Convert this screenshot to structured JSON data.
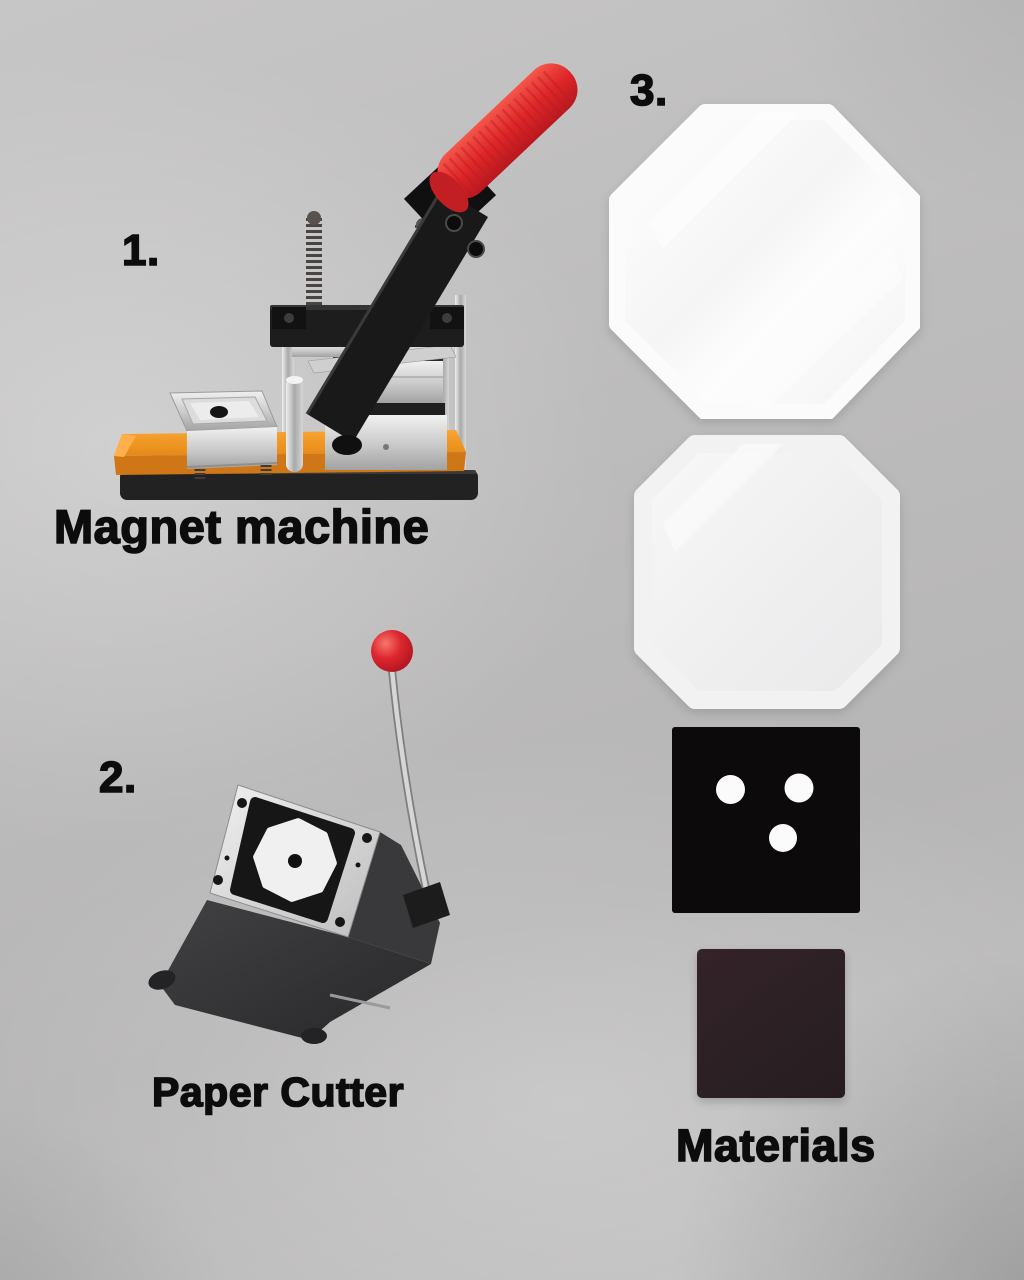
{
  "sections": {
    "magnet_machine": {
      "number": "1.",
      "label": "Magnet machine"
    },
    "paper_cutter": {
      "number": "2.",
      "label": "Paper Cutter"
    },
    "materials": {
      "number": "3.",
      "label": "Materials"
    }
  },
  "materials_shapes": [
    {
      "name": "octagon-clear-film"
    },
    {
      "name": "square-clear-film"
    },
    {
      "name": "black-punched-sheet"
    },
    {
      "name": "magnet-sheet"
    }
  ],
  "colors": {
    "background": "#bdbcbc",
    "text": "#0c0c0c",
    "handle_red": "#e2262b",
    "knob_red": "#d8242b",
    "machine_base_orange": "#ee9224",
    "machine_black": "#1b1b1c",
    "chrome": "#d9d9d9",
    "film_white": "#fbfbfb",
    "film_offwhite": "#efefef",
    "punched_sheet_black": "#0d0b0c",
    "magnet_sheet_brown": "#2c2225"
  }
}
